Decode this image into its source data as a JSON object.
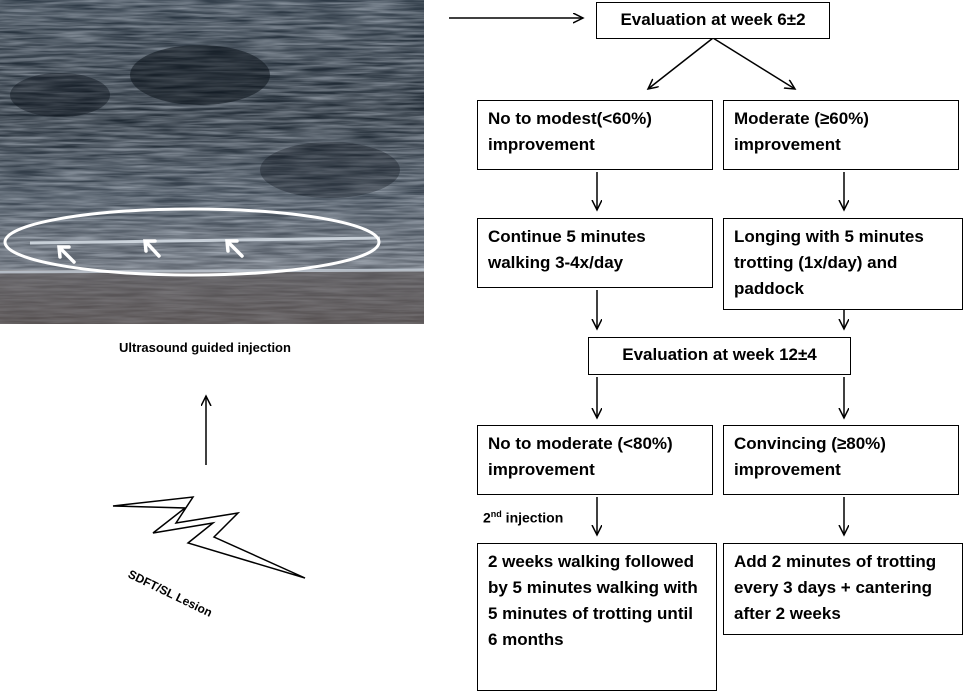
{
  "ultrasound": {
    "caption": "Ultrasound guided injection"
  },
  "lesion": {
    "label": "SDFT/SL Lesion"
  },
  "flow": {
    "eval1": "Evaluation at week 6±2",
    "modest": "No to modest(<60%) improvement",
    "moderate_good": "Moderate (≥60%) improvement",
    "continue_walk": "Continue 5 minutes walking 3-4x/day",
    "longing": "Longing with 5 minutes trotting (1x/day) and paddock",
    "eval2": "Evaluation at week 12±4",
    "no_moderate": "No to moderate (<80%) improvement",
    "convincing": "Convincing (≥80%) improvement",
    "injection_note_main": "2",
    "injection_note_sup": "nd",
    "injection_note_rest": " injection",
    "two_weeks": "2 weeks walking followed by 5 minutes walking with 5 minutes of trotting until 6 months",
    "add_trotting": "Add 2 minutes of trotting every 3 days + cantering after 2 weeks"
  }
}
